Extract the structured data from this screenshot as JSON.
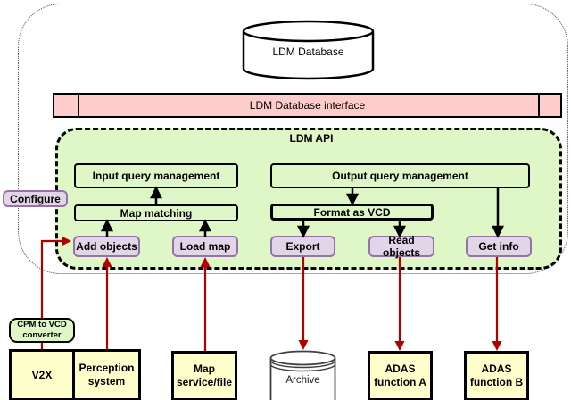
{
  "nodes": {
    "ldm_database": "LDM Database",
    "ldm_interface": "LDM Database interface",
    "ldm_api": "LDM API",
    "input_query": "Input query management",
    "map_matching": "Map matching",
    "output_query": "Output query management",
    "format_vcd": "Format as VCD",
    "add_objects": "Add objects",
    "load_map": "Load map",
    "export": "Export",
    "read_objects": "Read objects",
    "get_info": "Get info",
    "configure": "Configure",
    "cpm_converter": "CPM to VCD\nconverter",
    "v2x": "V2X",
    "perception_system": "Perception\nsystem",
    "map_service": "Map\nservice/file",
    "archive": "Archive",
    "adas_function_a": "ADAS\nfunction A",
    "adas_function_b": "ADAS\nfunction B"
  },
  "colors": {
    "api_fill": "#DFF6C6",
    "interface_fill": "#FFCCCC",
    "action_fill": "#E1D5E7",
    "action_border": "#9673A6",
    "endpoint_fill": "#FFFFCC",
    "arrow_red": "#B00000",
    "arrow_black": "#000000"
  }
}
